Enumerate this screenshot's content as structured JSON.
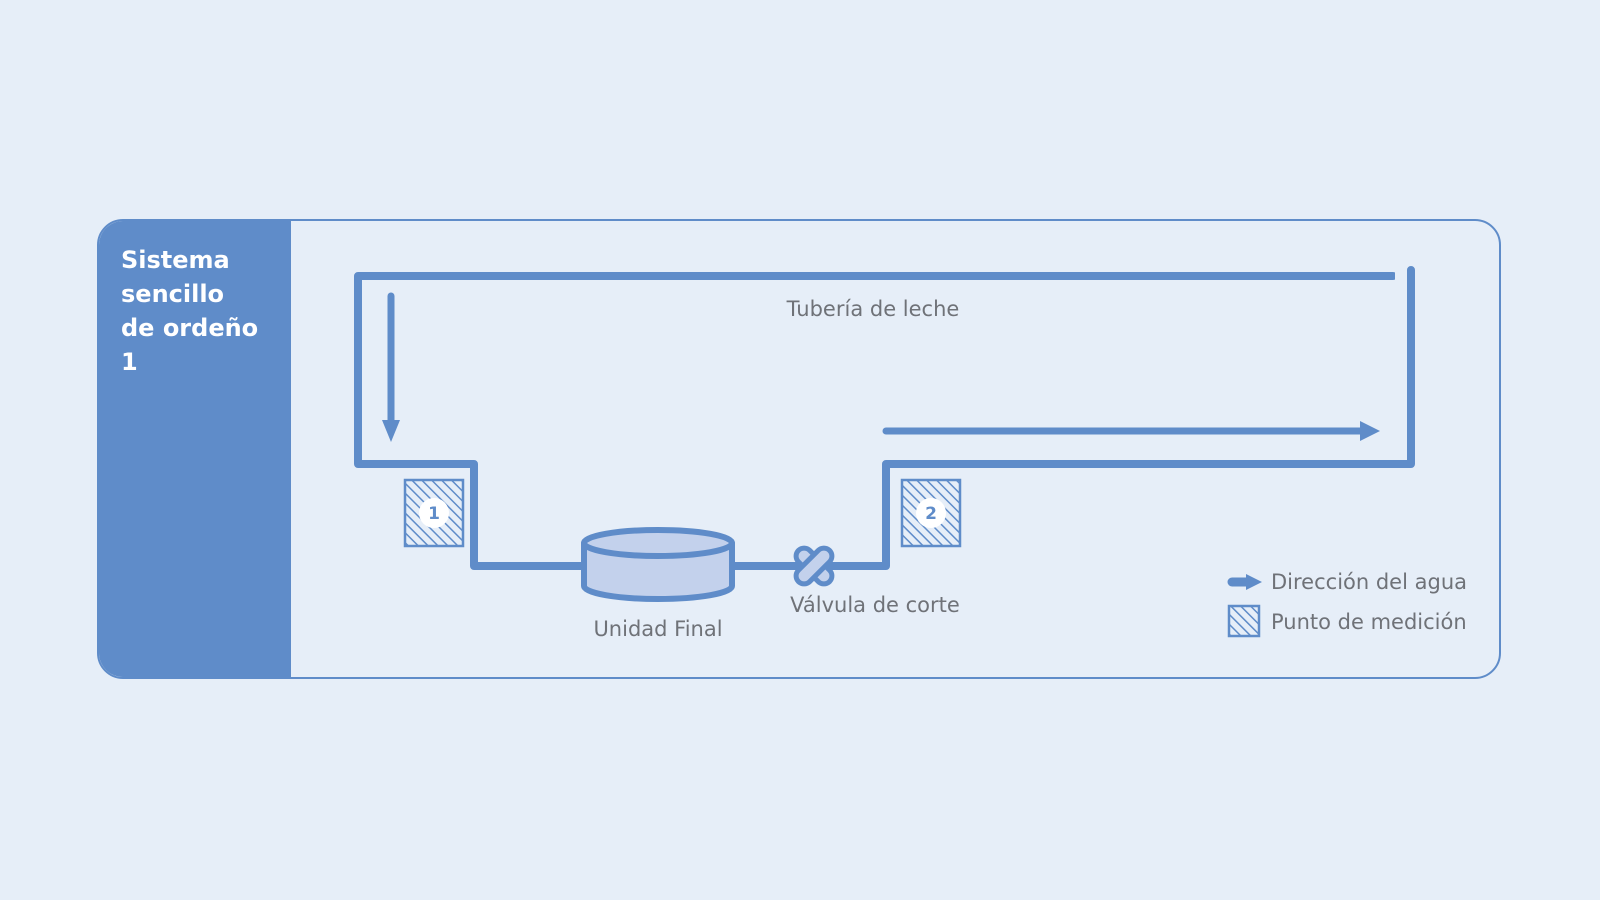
{
  "sidebar": {
    "title_lines": [
      "Sistema",
      "sencillo",
      "de ordeño",
      "1"
    ]
  },
  "diagram": {
    "pipe_label": "Tubería de leche",
    "unit_label": "Unidad Final",
    "valve_label": "Válvula de corte",
    "measure_points": [
      "1",
      "2"
    ]
  },
  "legend": {
    "water_direction": "Dirección del agua",
    "measurement_point": "Punto de medición"
  },
  "colors": {
    "accent": "#5f8cc9",
    "background": "#e6eef8",
    "tank_fill": "#c3d1ec",
    "label": "#6f7278"
  }
}
